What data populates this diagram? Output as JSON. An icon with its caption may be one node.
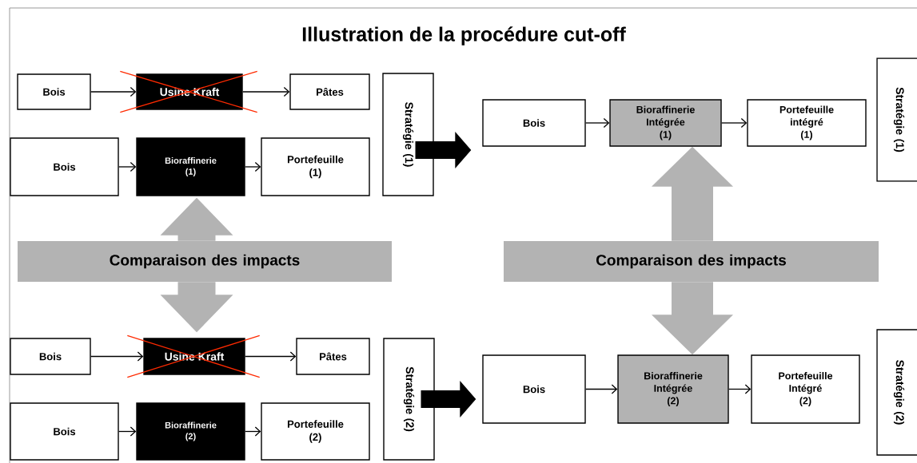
{
  "diagram": {
    "title": "Illustration de la procédure cut-off",
    "nodes": [
      {
        "text": [
          "Bois"
        ]
      },
      {
        "text": [
          "Usine Kraft"
        ]
      },
      {
        "text": [
          "Pâtes"
        ]
      },
      {
        "text": [
          "Bois"
        ]
      },
      {
        "text": [
          "Bioraffinerie (1)"
        ]
      },
      {
        "text": [
          "Portefeuille (1)"
        ]
      },
      {
        "text": [
          "Stratégie (1)"
        ]
      },
      {
        "text": [
          "Bois"
        ]
      },
      {
        "text": [
          "Bioraffinerie Intégrée (1)"
        ]
      },
      {
        "text": [
          "Portefeuille intégré (1)"
        ]
      },
      {
        "text": [
          "Stratégie (1)"
        ]
      },
      {
        "text": [
          "Comparaison des impacts"
        ]
      },
      {
        "text": [
          "Bois"
        ]
      },
      {
        "text": [
          "Usine Kraft"
        ]
      },
      {
        "text": [
          "Pâtes"
        ]
      },
      {
        "text": [
          "Bois"
        ]
      },
      {
        "text": [
          "Bioraffinerie (2)"
        ]
      },
      {
        "text": [
          "Portefeuille (2)"
        ]
      },
      {
        "text": [
          "Stratégie (2)"
        ]
      },
      {
        "text": [
          "Comparaison des impacts"
        ]
      },
      {
        "text": [
          "Bois"
        ]
      },
      {
        "text": [
          "Bioraffinerie Intégrée (2)"
        ]
      },
      {
        "text": [
          "Portefeuille Intégré (2)"
        ]
      },
      {
        "text": [
          "Stratégie (2)"
        ]
      }
    ],
    "edges": [
      {
        "from": 0,
        "to": 1,
        "arrow": "to"
      },
      {
        "from": 1,
        "to": 2,
        "arrow": "to"
      },
      {
        "from": 3,
        "to": 4,
        "arrow": "to"
      },
      {
        "from": 4,
        "to": 5,
        "arrow": "to"
      },
      {
        "from": 6,
        "to": 7,
        "arrow": "to",
        "style": "thick"
      },
      {
        "from": 7,
        "to": 8,
        "arrow": "to"
      },
      {
        "from": 8,
        "to": 9,
        "arrow": "to"
      },
      {
        "from": 11,
        "to": 4,
        "arrow": "to",
        "style": "thick",
        "color": "#b3b3b3"
      },
      {
        "from": 11,
        "to": 13,
        "arrow": "to",
        "style": "thick",
        "color": "#b3b3b3"
      },
      {
        "from": 19,
        "to": 8,
        "arrow": "to",
        "style": "thick",
        "color": "#b3b3b3"
      },
      {
        "from": 19,
        "to": 21,
        "arrow": "to",
        "style": "thick",
        "color": "#b3b3b3"
      },
      {
        "from": 12,
        "to": 13,
        "arrow": "to"
      },
      {
        "from": 13,
        "to": 14,
        "arrow": "to"
      },
      {
        "from": 15,
        "to": 16,
        "arrow": "to"
      },
      {
        "from": 16,
        "to": 17,
        "arrow": "to"
      },
      {
        "from": 18,
        "to": 20,
        "arrow": "to",
        "style": "thick"
      },
      {
        "from": 20,
        "to": 21,
        "arrow": "to"
      },
      {
        "from": 21,
        "to": 22,
        "arrow": "to"
      }
    ]
  }
}
